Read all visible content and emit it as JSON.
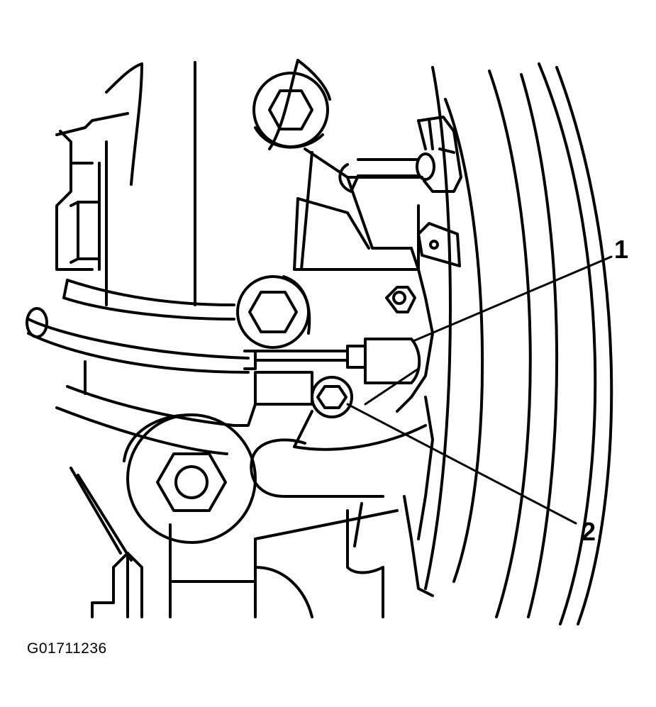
{
  "figure": {
    "id_label": "G01711236"
  },
  "callouts": [
    {
      "number": "1"
    },
    {
      "number": "2"
    }
  ],
  "colors": {
    "line": "#000000",
    "background": "#ffffff"
  }
}
